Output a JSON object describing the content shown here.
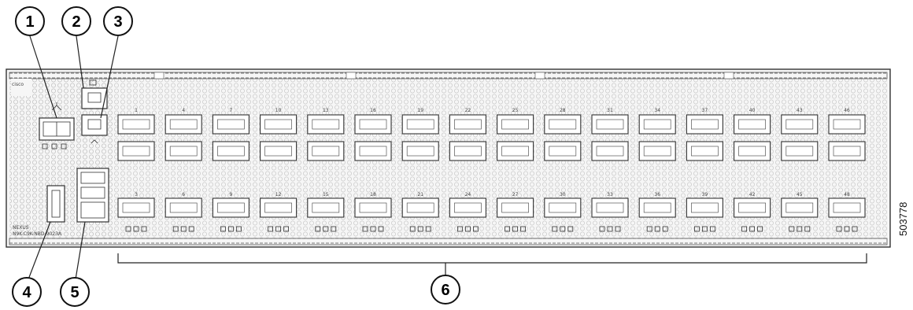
{
  "callouts": [
    {
      "id": "callout-1",
      "number": "1"
    },
    {
      "id": "callout-2",
      "number": "2"
    },
    {
      "id": "callout-3",
      "number": "3"
    },
    {
      "id": "callout-4",
      "number": "4"
    },
    {
      "id": "callout-5",
      "number": "5"
    },
    {
      "id": "callout-6",
      "number": "6"
    }
  ],
  "figure_id": "503778",
  "chassis": {
    "brand_label": "NEXUS",
    "model_label": "N9K-C9K-NBD-9023A",
    "logo_label": "cisco"
  },
  "ports": {
    "top_labels": [
      "1",
      "4",
      "7",
      "10",
      "13",
      "16",
      "19",
      "22",
      "25",
      "28",
      "31",
      "34",
      "37",
      "40",
      "43",
      "46"
    ],
    "bottom_labels": [
      "3",
      "6",
      "9",
      "12",
      "15",
      "18",
      "21",
      "24",
      "27",
      "30",
      "33",
      "36",
      "39",
      "42",
      "45",
      "48"
    ]
  },
  "colors": {
    "stroke": "#333333",
    "panel": "#f4f4f4",
    "vent": "#9a9a9a",
    "port_fill": "#ffffff"
  }
}
